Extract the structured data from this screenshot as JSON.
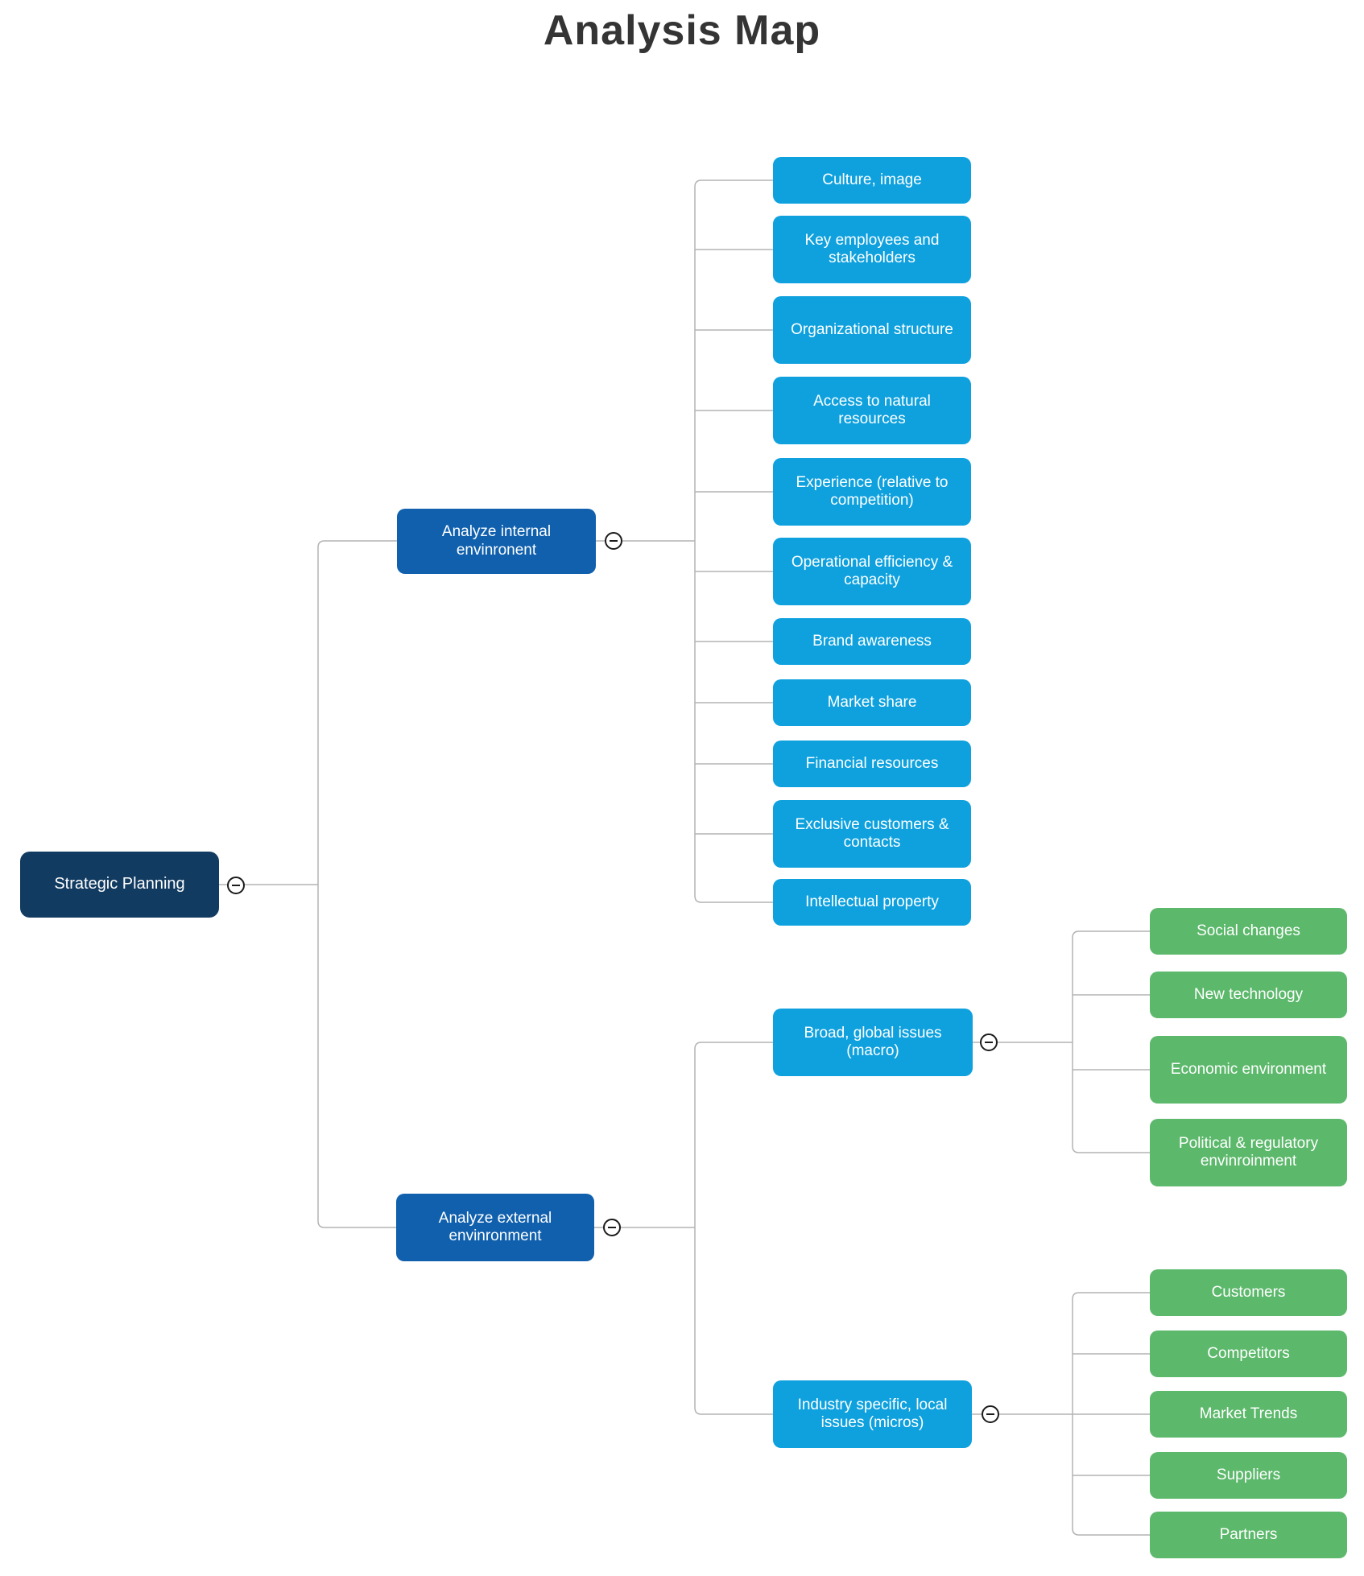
{
  "title": "Analysis Map",
  "colors": {
    "root_node": "#123B61",
    "branch_node": "#1060AE",
    "leaf_blue_node": "#0EA1DE",
    "leaf_green_node": "#5CB86B",
    "connector_line": "#B3B3B3",
    "node_text": "#FFFFFF",
    "title_text": "#343434"
  },
  "root": {
    "label": "Strategic Planning"
  },
  "internal": {
    "label": "Analyze internal envinronent",
    "children": [
      "Culture, image",
      "Key employees and stakeholders",
      "Organizational structure",
      "Access to natural resources",
      "Experience (relative to competition)",
      "Operational efficiency & capacity",
      "Brand awareness",
      "Market share",
      "Financial resources",
      "Exclusive customers & contacts",
      "Intellectual property"
    ]
  },
  "external": {
    "label": "Analyze external envinronment",
    "macro": {
      "label": "Broad, global issues (macro)",
      "children": [
        "Social changes",
        "New technology",
        "Economic environment",
        "Political & regulatory envinroinment"
      ]
    },
    "micro": {
      "label": "Industry specific, local issues (micros)",
      "children": [
        "Customers",
        "Competitors",
        "Market Trends",
        "Suppliers",
        "Partners"
      ]
    }
  }
}
